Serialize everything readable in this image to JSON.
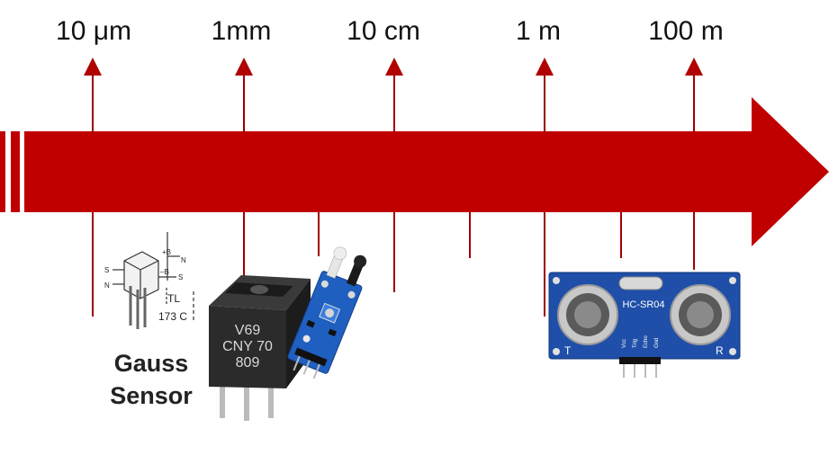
{
  "scale_labels": [
    "10 μm",
    "1mm",
    "10 cm",
    "1 m",
    "100 m"
  ],
  "gauss_sensor": {
    "title_line1": "Gauss",
    "title_line2": "Sensor",
    "schematic_labels": {
      "plus_b": "+B",
      "n_right": "N",
      "s_left": "S",
      "minus_b": "–B",
      "s_right": "S",
      "n_left": "N",
      "part_line1": "TL",
      "part_line2": "173 C"
    }
  },
  "cny70": {
    "line1": "V69",
    "line2": "CNY 70",
    "line3": "809"
  },
  "ultrasonic": {
    "model": "HC-SR04",
    "pins": [
      "Vcc",
      "Trig",
      "Echo",
      "Gnd"
    ],
    "left_letter": "T",
    "right_letter": "R"
  },
  "colors": {
    "arrow": "#c00000",
    "tick": "#a00000",
    "board_blue": "#1f4fa8",
    "cny_body": "#2a2a2a"
  },
  "icons": [
    "gauss-sensor-schematic-icon",
    "cny70-sensor-icon",
    "ir-sensor-module-icon",
    "hc-sr04-ultrasonic-icon"
  ]
}
